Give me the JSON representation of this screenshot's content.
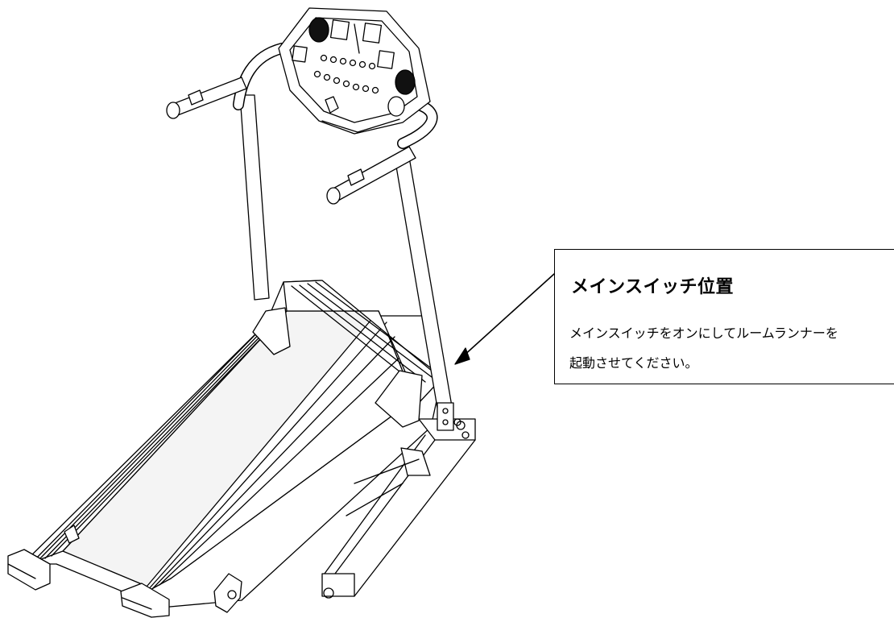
{
  "callout": {
    "title": "メインスイッチ位置",
    "line1": "メインスイッチをオンにしてルームランナーを",
    "line2": "起動させてください。"
  },
  "colors": {
    "stroke": "#000000",
    "background": "#ffffff",
    "fill_dark": "#111111",
    "fill_light": "#f4f4f4"
  },
  "icons": {
    "arrow": "arrow-pointer-icon",
    "treadmill": "treadmill-illustration"
  }
}
